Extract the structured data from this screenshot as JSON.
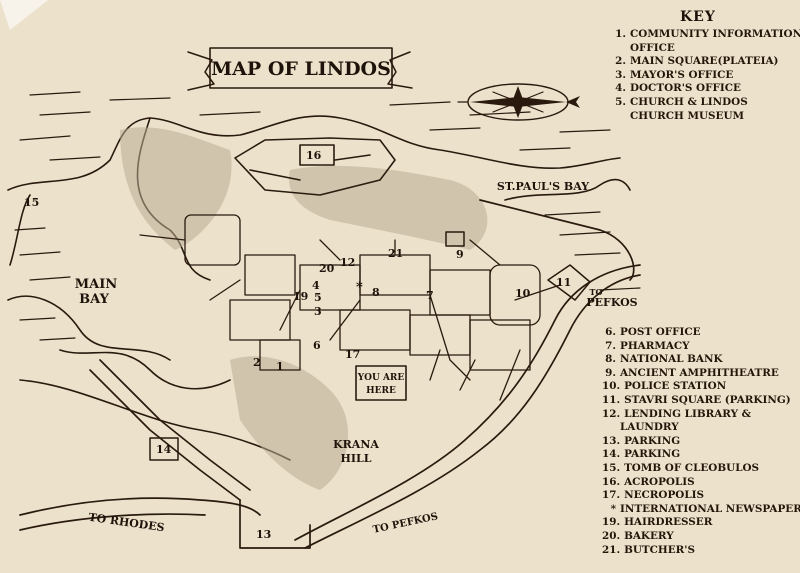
{
  "title": "MAP OF LINDOS",
  "key_heading": "KEY",
  "colors": {
    "paper": "#ece2cb",
    "ink": "#2a1a0e",
    "shade": "#b9ac93"
  },
  "key_top": [
    {
      "num": "1.",
      "label": "COMMUNITY INFORMATION",
      "cont": "OFFICE"
    },
    {
      "num": "2.",
      "label": "MAIN SQUARE(PLATEIA)"
    },
    {
      "num": "3.",
      "label": "MAYOR'S OFFICE"
    },
    {
      "num": "4.",
      "label": "DOCTOR'S OFFICE"
    },
    {
      "num": "5.",
      "label": "CHURCH & LINDOS",
      "cont": "CHURCH MUSEUM"
    }
  ],
  "key_bottom": [
    {
      "num": "6.",
      "label": "POST OFFICE"
    },
    {
      "num": "7.",
      "label": "PHARMACY"
    },
    {
      "num": "8.",
      "label": "NATIONAL BANK"
    },
    {
      "num": "9.",
      "label": "ANCIENT AMPHITHEATRE"
    },
    {
      "num": "10.",
      "label": "POLICE STATION"
    },
    {
      "num": "11.",
      "label": "STAVRI SQUARE (PARKING)"
    },
    {
      "num": "12.",
      "label": "LENDING LIBRARY &",
      "cont": "LAUNDRY"
    },
    {
      "num": "13.",
      "label": "PARKING"
    },
    {
      "num": "14.",
      "label": "PARKING"
    },
    {
      "num": "15.",
      "label": "TOMB OF CLEOBULOS"
    },
    {
      "num": "16.",
      "label": "ACROPOLIS"
    },
    {
      "num": "17.",
      "label": "NECROPOLIS"
    },
    {
      "num": "*",
      "label": "INTERNATIONAL NEWSPAPER"
    },
    {
      "num": "19.",
      "label": "HAIRDRESSER"
    },
    {
      "num": "20.",
      "label": "BAKERY"
    },
    {
      "num": "21.",
      "label": "BUTCHER'S"
    }
  ],
  "places": {
    "main_bay_1": "MAIN",
    "main_bay_2": "BAY",
    "st_pauls_bay": "ST.PAUL'S BAY",
    "krana_1": "KRANA",
    "krana_2": "HILL",
    "to_pefkos_1": "TO",
    "to_pefkos_2": "PEFKOS",
    "to_pefkos_road": "TO PEFKOS",
    "to_rhodes": "TO RHODES",
    "you_are_1": "YOU ARE",
    "you_are_2": "HERE"
  },
  "markers": {
    "m1": "1",
    "m2": "2",
    "m3": "3",
    "m4": "4",
    "m5": "5",
    "m6": "6",
    "m7": "7",
    "m8": "8",
    "m9": "9",
    "m10": "10",
    "m11": "11",
    "m12": "12",
    "m13": "13",
    "m14": "14",
    "m15": "15",
    "m16": "16",
    "m17": "17",
    "m19": "19",
    "m20": "20",
    "m21": "21",
    "star": "*"
  }
}
